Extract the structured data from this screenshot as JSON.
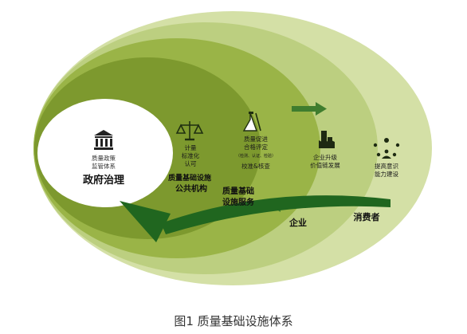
{
  "rings": {
    "outer": {
      "label": "消费者",
      "text": [
        "提高意识",
        "能力建设"
      ],
      "icon": "people-network-icon",
      "color": "#d4e0a6"
    },
    "enterprise": {
      "label": "企业",
      "text": [
        "企业升级",
        "价值链发展"
      ],
      "icon": "factory-icon",
      "color": "#bccf80"
    },
    "service": {
      "label_lines": [
        "质量基础",
        "设施服务"
      ],
      "text": [
        "质量促进",
        "合格评定",
        "（检测、认证、检验）",
        "校准&核查"
      ],
      "icon": "flask-icon",
      "color": "#9ab447"
    },
    "institution": {
      "label_lines": [
        "质量基础设施",
        "公共机构"
      ],
      "text": [
        "计量",
        "标准化",
        "认可"
      ],
      "icon": "scales-icon",
      "color": "#7d992e"
    },
    "center": {
      "label": "政府治理",
      "text": [
        "质量政策",
        "监管体系"
      ],
      "icon": "government-building-icon",
      "color": "#ffffff"
    }
  },
  "arrows": {
    "green": "#3f7d2e",
    "curved": "#20661f"
  },
  "caption": "图1  质量基础设施体系"
}
